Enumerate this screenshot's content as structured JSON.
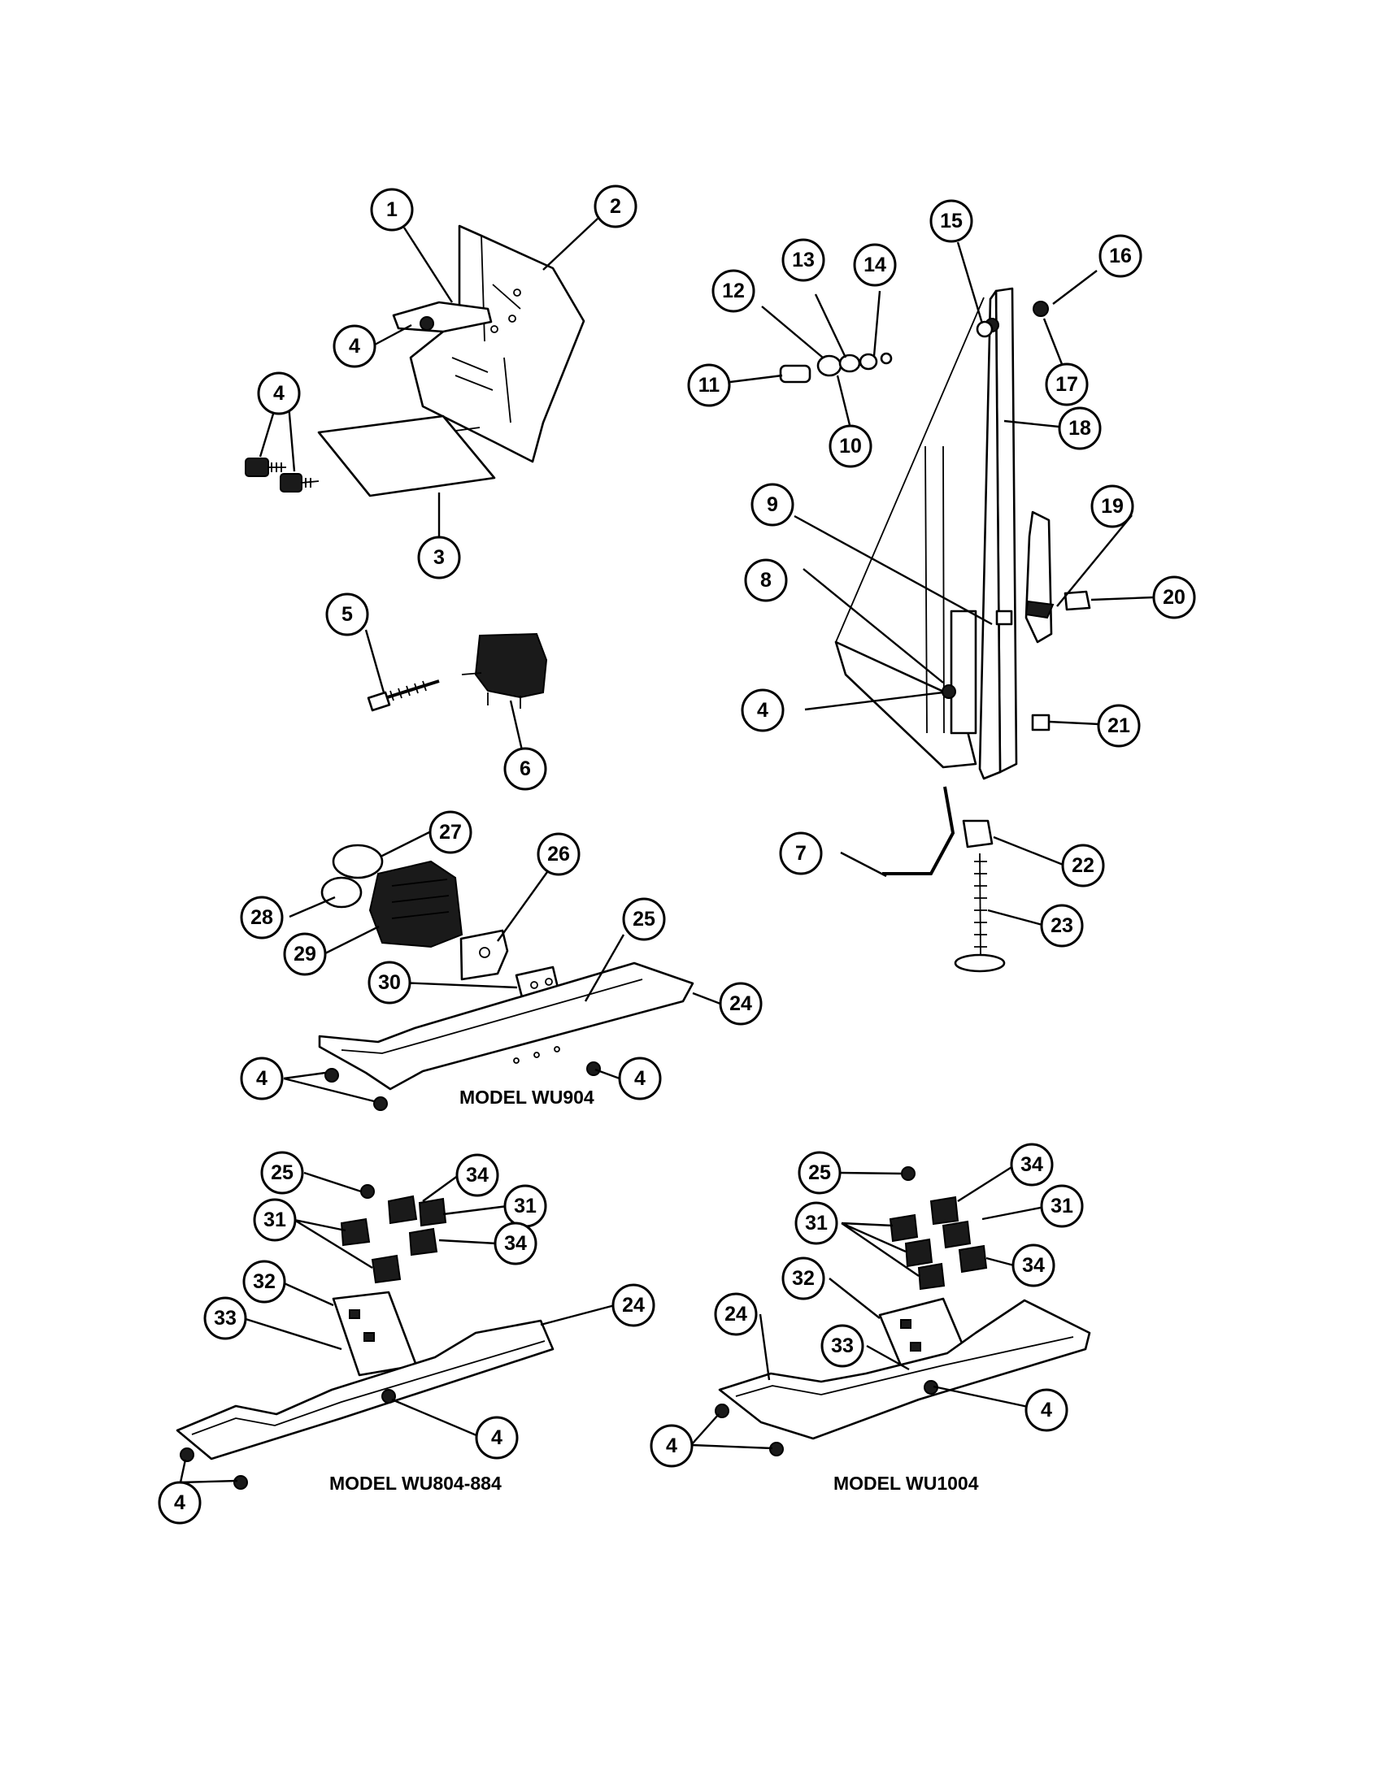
{
  "diagram": {
    "models": {
      "wu904": "MODEL WU904",
      "wu804_884": "MODEL WU804-884",
      "wu1004": "MODEL WU1004"
    },
    "callouts": {
      "c1": "1",
      "c2": "2",
      "c3": "3",
      "c4a": "4",
      "c4b": "4",
      "c5": "5",
      "c6": "6",
      "c7": "7",
      "c8": "8",
      "c9": "9",
      "c10": "10",
      "c11": "11",
      "c12": "12",
      "c13": "13",
      "c14": "14",
      "c15": "15",
      "c16": "16",
      "c17": "17",
      "c18": "18",
      "c19": "19",
      "c20": "20",
      "c21": "21",
      "c22": "22",
      "c23": "23",
      "c24a": "24",
      "c4c": "4",
      "c25a": "25",
      "c26": "26",
      "c27": "27",
      "c28": "28",
      "c29": "29",
      "c30": "30",
      "c4d": "4",
      "c4e": "4",
      "c25b": "25",
      "c34a": "34",
      "c31a": "31",
      "c31b": "31",
      "c34b": "34",
      "c32a": "32",
      "c33a": "33",
      "c24b": "24",
      "c4f": "4",
      "c4g": "4",
      "c25c": "25",
      "c34c": "34",
      "c31c": "31",
      "c31d": "31",
      "c34d": "34",
      "c32b": "32",
      "c24c": "24",
      "c33b": "33",
      "c4h": "4",
      "c4i": "4"
    }
  }
}
